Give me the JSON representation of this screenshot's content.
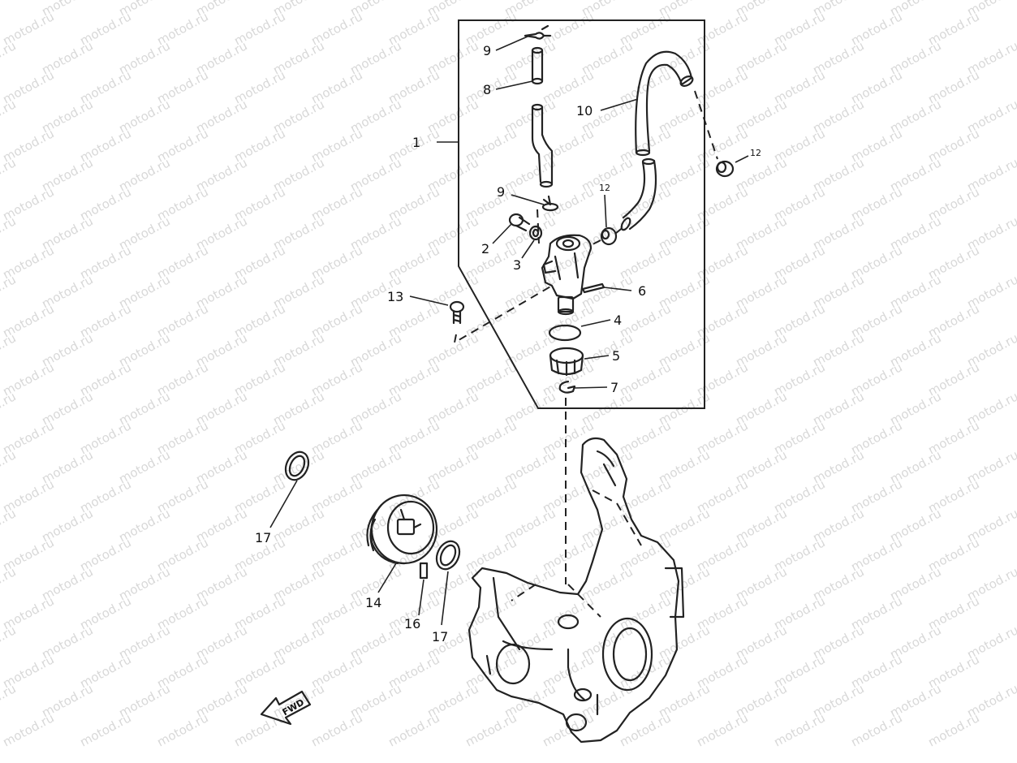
{
  "watermark": {
    "text": "motod.ru"
  },
  "diagram": {
    "callouts": [
      {
        "id": "c1",
        "label": "1"
      },
      {
        "id": "c2",
        "label": "2"
      },
      {
        "id": "c3",
        "label": "3"
      },
      {
        "id": "c4",
        "label": "4"
      },
      {
        "id": "c5",
        "label": "5"
      },
      {
        "id": "c6",
        "label": "6"
      },
      {
        "id": "c7",
        "label": "7"
      },
      {
        "id": "c8",
        "label": "8"
      },
      {
        "id": "c9a",
        "label": "9"
      },
      {
        "id": "c9b",
        "label": "9"
      },
      {
        "id": "c10",
        "label": "10"
      },
      {
        "id": "c12a",
        "label": "12"
      },
      {
        "id": "c12b",
        "label": "12"
      },
      {
        "id": "c13",
        "label": "13"
      },
      {
        "id": "c14",
        "label": "14"
      },
      {
        "id": "c16",
        "label": "16"
      },
      {
        "id": "c17a",
        "label": "17"
      },
      {
        "id": "c17b",
        "label": "17"
      }
    ],
    "fwd_arrow": {
      "label": "FWD"
    }
  }
}
